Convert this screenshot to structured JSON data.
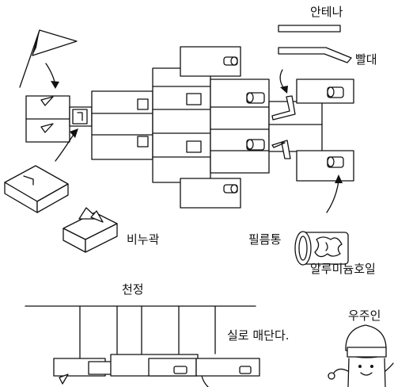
{
  "labels": {
    "antenna": "안테나",
    "straw": "빨대",
    "soap_box": "비누곽",
    "film_case": "필름통",
    "foil": "알루미늄호일",
    "ceiling": "천정",
    "hang_with_thread": "실로 매단다.",
    "astronaut": "우주인"
  },
  "icons": [
    "flag-icon",
    "film-case-icon",
    "soap-box-icon",
    "astronaut-icon"
  ]
}
